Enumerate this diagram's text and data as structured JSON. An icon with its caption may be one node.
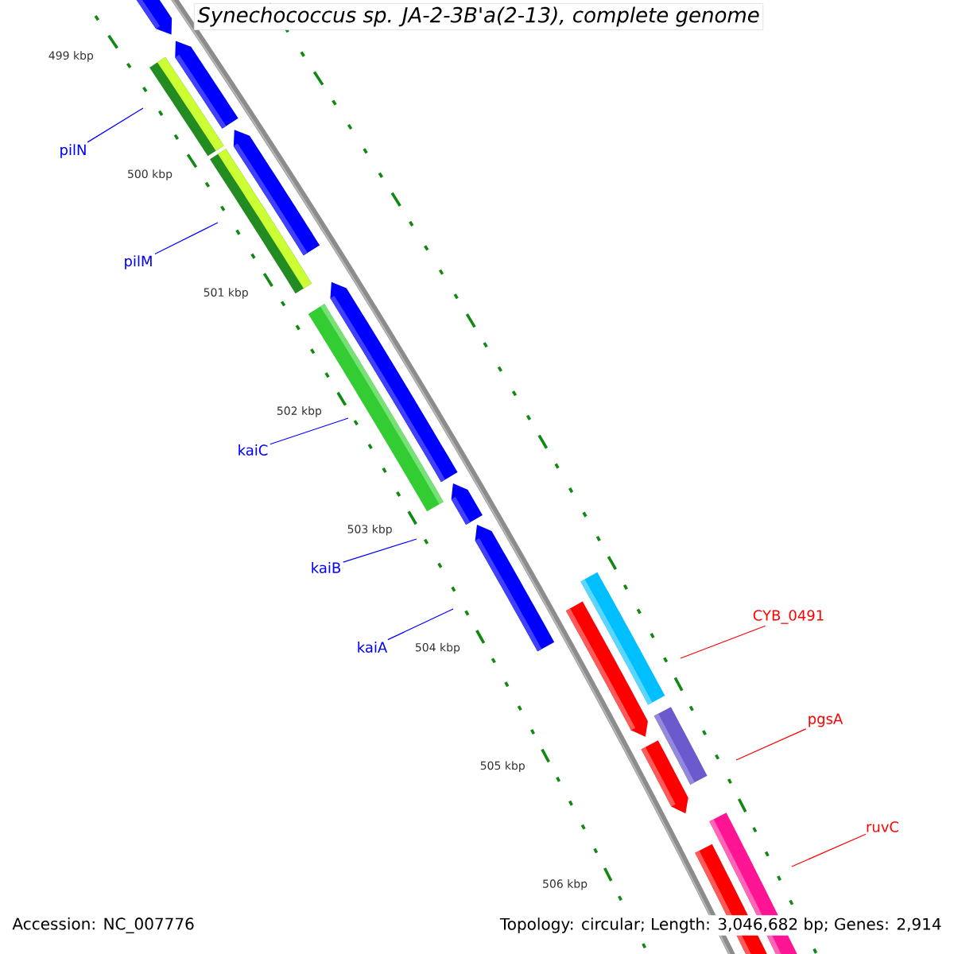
{
  "diagram": {
    "title": "Synechococcus sp. JA-2-3B'a(2-13), complete genome",
    "nodes": [
      {
        "text": [
          "pilN"
        ]
      },
      {
        "text": [
          "pilM"
        ]
      },
      {
        "text": [
          "kaiC"
        ]
      },
      {
        "text": [
          "kaiB"
        ]
      },
      {
        "text": [
          "kaiA"
        ]
      },
      {
        "text": [
          "CYB_0491"
        ]
      },
      {
        "text": [
          "pgsA"
        ]
      },
      {
        "text": [
          "ruvC"
        ]
      }
    ],
    "edges": [
      {
        "from": 0,
        "to": null,
        "arrow": "none"
      },
      {
        "from": 1,
        "to": null,
        "arrow": "none"
      },
      {
        "from": 2,
        "to": null,
        "arrow": "none"
      },
      {
        "from": 3,
        "to": null,
        "arrow": "none"
      },
      {
        "from": 4,
        "to": null,
        "arrow": "none"
      },
      {
        "from": 5,
        "to": null,
        "arrow": "none",
        "color": "#ff0000"
      },
      {
        "from": 6,
        "to": null,
        "arrow": "none",
        "color": "#ff0000"
      },
      {
        "from": 7,
        "to": null,
        "arrow": "none",
        "color": "#ff0000"
      }
    ],
    "labels": [
      "499 kbp",
      "500 kbp",
      "501 kbp",
      "502 kbp",
      "503 kbp",
      "504 kbp",
      "505 kbp",
      "506 kbp",
      "Accession: NC_007776",
      "Topology: circular; Length: 3,046,682 bp; Genes: 2,914"
    ]
  }
}
